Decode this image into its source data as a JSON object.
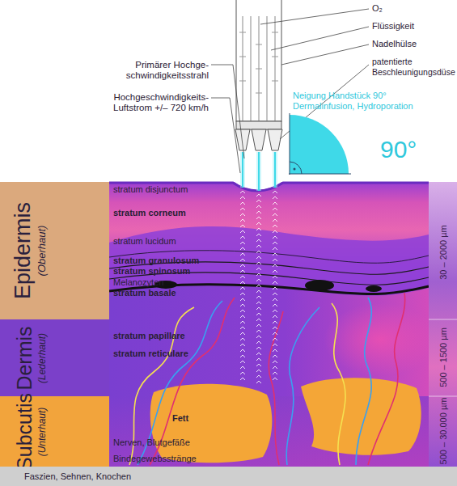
{
  "diagram": {
    "nodes": [
      {
        "text": [
          "Epidermis",
          "(Oberhaut)"
        ]
      },
      {
        "text": [
          "Dermis",
          "(Lederhaut)"
        ]
      },
      {
        "text": [
          "Subcutis",
          "(Unterhaut)"
        ]
      },
      {
        "text": [
          "Faszien, Sehnen, Knochen"
        ]
      }
    ],
    "labels": [
      "O₂",
      "Flüssigkeit",
      "Nadelhülse",
      "patentierte Beschleunigungsdüse",
      "Primärer Hochge- schwindigkeitsstrahl",
      "Hochgeschwindigkeits- Luftstrom +/– 720 km/h",
      "Neigung Handstück 90° Dermalinfusion, Hydroporation",
      "90°",
      "stratum disjunctum",
      "stratum corneum",
      "stratum lucidum",
      "stratum granulosum",
      "stratum spinosum",
      "Melanozyten",
      "stratum basale",
      "stratum papillare",
      "stratum reticulare",
      "Fett",
      "Nerven, Blutgefäße",
      "Bindegewebsstränge",
      "30 – 2000 µm",
      "500 – 1500 µm",
      "500 – 30.000 µm"
    ]
  }
}
